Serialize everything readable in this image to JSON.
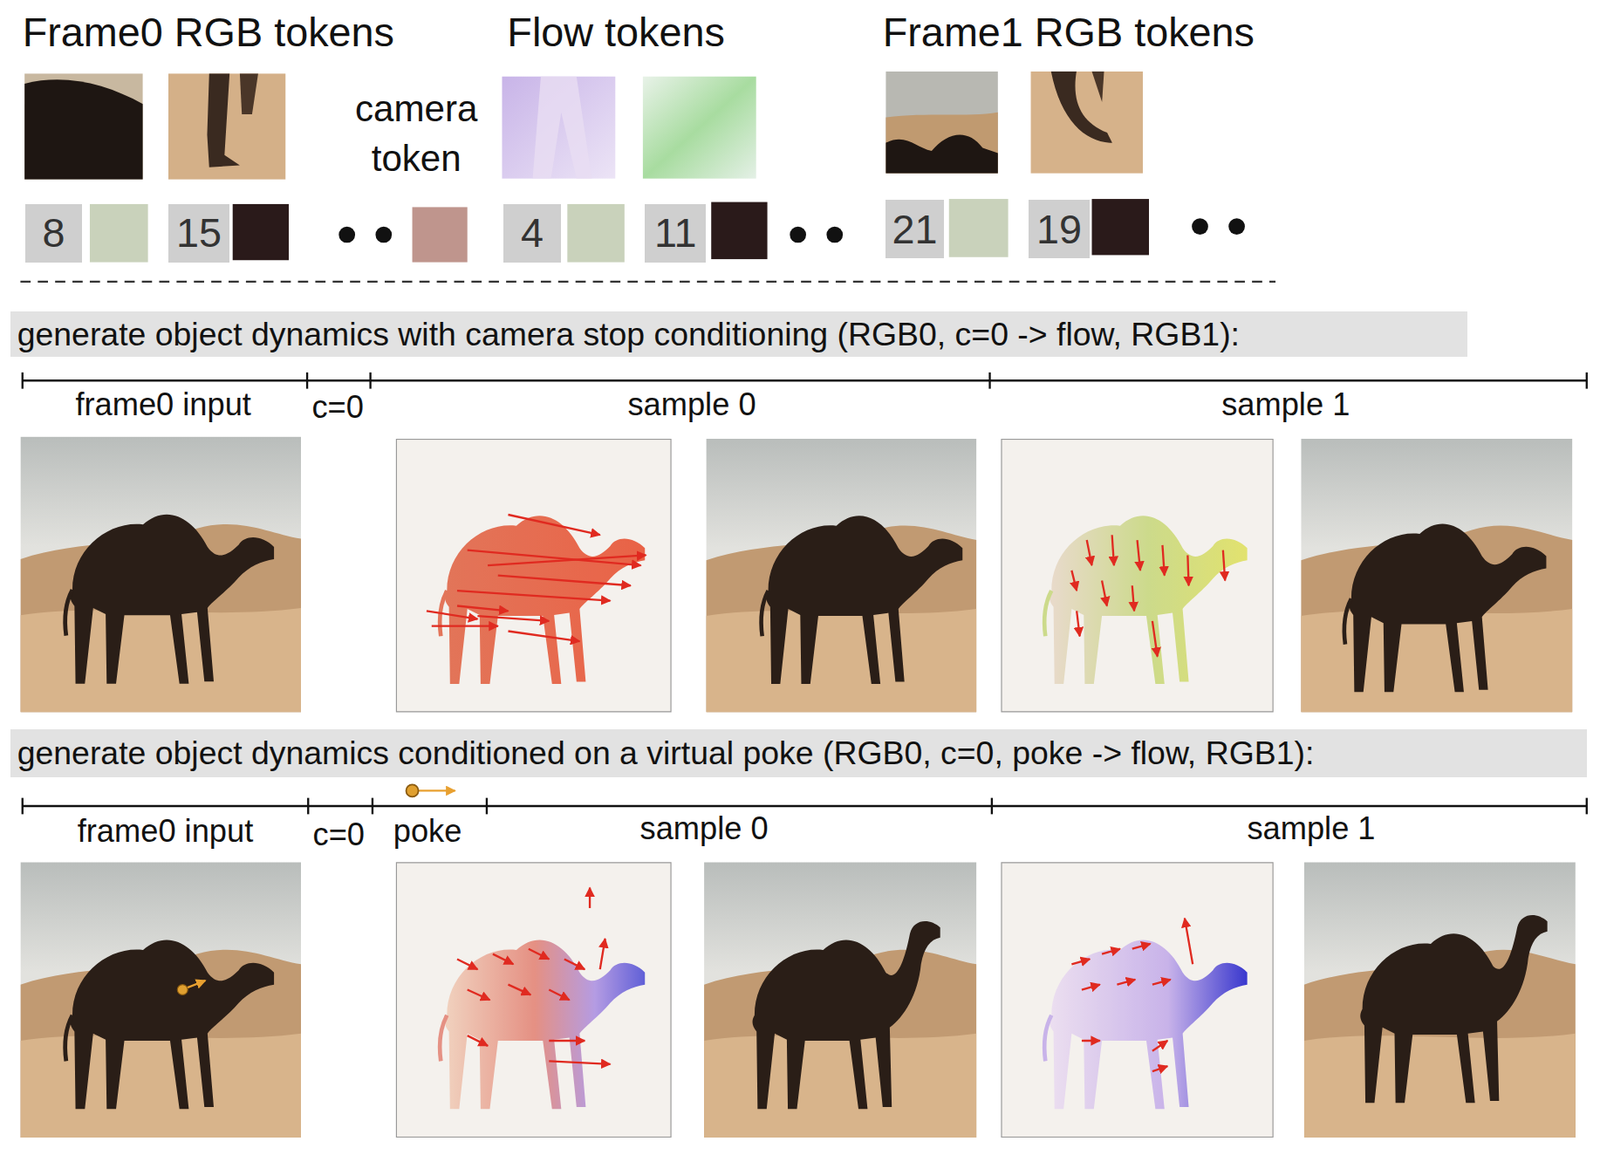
{
  "diagram": {
    "nodes": [
      {
        "text": [
          "8"
        ]
      },
      {
        "text": [
          "15"
        ]
      },
      {
        "text": [
          "4"
        ]
      },
      {
        "text": [
          "11"
        ]
      },
      {
        "text": [
          "21"
        ]
      },
      {
        "text": [
          "19"
        ]
      },
      {
        "text": [
          "generate object dynamics with camera stop conditioning (RGB0, c=0 -> flow, RGB1):"
        ]
      },
      {
        "text": [
          "generate object dynamics conditioned on a virtual poke (RGB0, c=0, poke -> flow, RGB1):"
        ]
      }
    ],
    "labels": [
      "Frame0 RGB tokens",
      "camera token",
      "Flow tokens",
      "Frame1 RGB tokens",
      "frame0 input",
      "c=0",
      "sample 0",
      "sample 1",
      "frame0 input",
      "c=0",
      "poke",
      "sample 0",
      "sample 1"
    ]
  }
}
